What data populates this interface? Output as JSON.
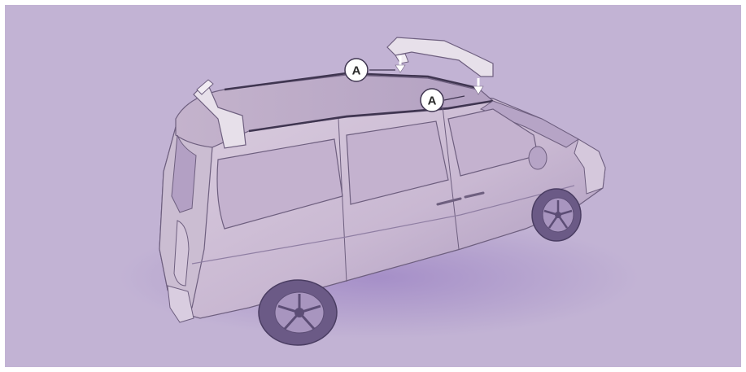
{
  "diagram": {
    "subject": "roof-bar-mounting-points",
    "callouts": [
      {
        "id": "front",
        "label": "A"
      },
      {
        "id": "rear",
        "label": "A"
      }
    ],
    "colors": {
      "background": "#c2b3d4",
      "body": "#cdbfcf",
      "body_shade": "#a996b8",
      "roof_bar": "#e7e0ea",
      "tyre": "#6b5a86",
      "outline": "#6e5f7f"
    }
  }
}
